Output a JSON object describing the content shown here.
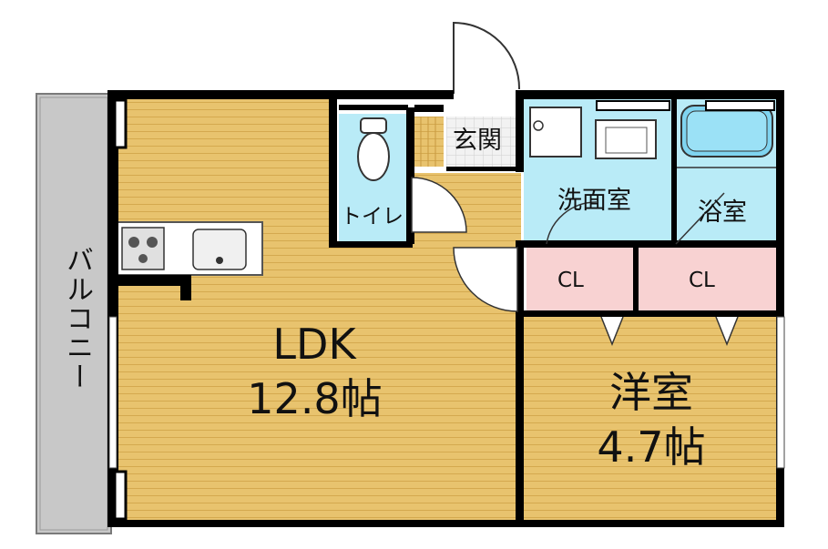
{
  "rooms": {
    "ldk": {
      "name": "LDK",
      "size": "12.8帖"
    },
    "western": {
      "name": "洋室",
      "size": "4.7帖"
    },
    "entrance": "玄関",
    "toilet": "トイレ",
    "washroom": "洗面室",
    "bathroom": "浴室",
    "closet_left": "CL",
    "closet_right": "CL",
    "balcony": "バルコニー"
  },
  "colors": {
    "floor_wood": "#E8C36E",
    "floor_wood_line": "#D9AE55",
    "wet_area": "#B9EBF7",
    "closet": "#F8D2D2",
    "balcony": "#C8C8C8",
    "wall": "#000000"
  }
}
